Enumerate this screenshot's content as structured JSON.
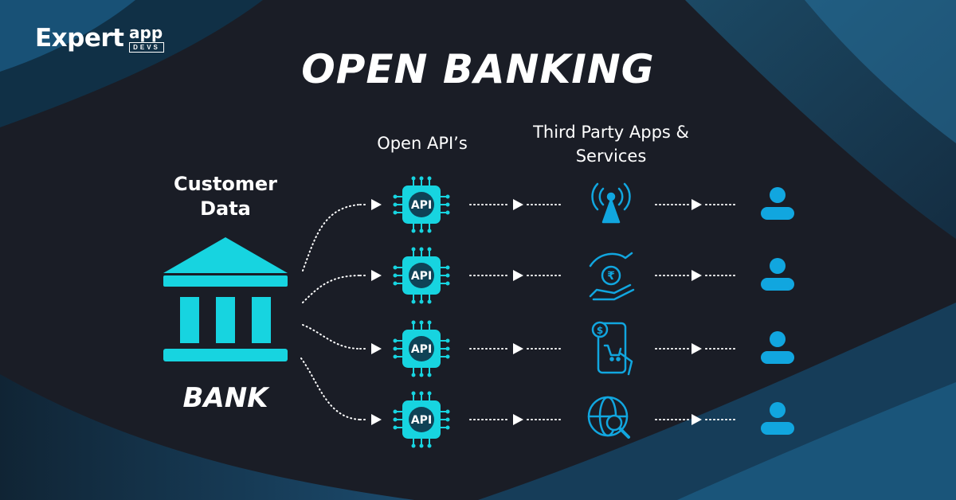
{
  "brand": {
    "word": "Expert",
    "app": "app",
    "devs": "DEVS"
  },
  "title": "OPEN BANKING",
  "customer_data": "Customer Data",
  "bank": "BANK",
  "column_headings": {
    "api": "Open API’s",
    "third_party": "Third Party Apps & Services"
  },
  "api_chip_label": "API",
  "rows": [
    {
      "service_icon": "signal-tower-icon",
      "user_icon": "user-icon"
    },
    {
      "service_icon": "rupee-hand-icon",
      "user_icon": "user-icon"
    },
    {
      "service_icon": "mobile-shopping-icon",
      "user_icon": "user-icon"
    },
    {
      "service_icon": "globe-search-icon",
      "user_icon": "user-icon"
    }
  ],
  "colors": {
    "background": "#1a1d26",
    "accent_cyan": "#17d4e0",
    "accent_blue": "#11a6df",
    "text": "#ffffff"
  }
}
